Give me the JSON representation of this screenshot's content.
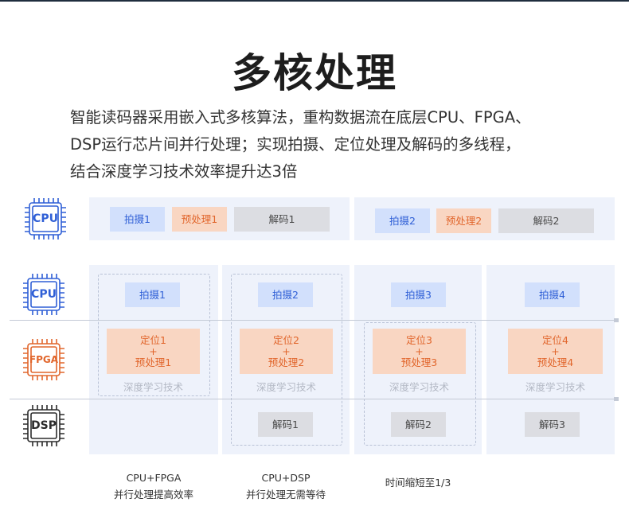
{
  "title": "多核处理",
  "description": {
    "line1": "智能读码器采用嵌入式多核算法，重构数据流在底层CPU、FPGA、",
    "line2": "DSP运行芯片间并行处理；实现拍摄、定位处理及解码的多线程，",
    "line3": "结合深度学习技术效率提升达3倍"
  },
  "colors": {
    "blue": "#2f5fd6",
    "orange": "#e1662c",
    "dark": "#2b2b2b",
    "panel": "#eef2fb"
  },
  "icons": {
    "cpu_top": {
      "label": "CPU",
      "icon": "processor-chip-icon"
    },
    "cpu": {
      "label": "CPU",
      "icon": "processor-chip-icon"
    },
    "fpga": {
      "label": "FPGA",
      "icon": "processor-chip-icon"
    },
    "dsp": {
      "label": "DSP",
      "icon": "processor-chip-icon"
    }
  },
  "sequential": {
    "group1": {
      "capture": "拍摄1",
      "pre": "预处理1",
      "decode": "解码1"
    },
    "group2": {
      "capture": "拍摄2",
      "pre": "预处理2",
      "decode": "解码2"
    }
  },
  "parallel": {
    "columns": [
      {
        "capture": "拍摄1",
        "loc_a": "定位1",
        "plus": "+",
        "loc_b": "预处理1",
        "deep": "深度学习技术",
        "decode": ""
      },
      {
        "capture": "拍摄2",
        "loc_a": "定位2",
        "plus": "+",
        "loc_b": "预处理2",
        "deep": "深度学习技术",
        "decode": "解码1"
      },
      {
        "capture": "拍摄3",
        "loc_a": "定位3",
        "plus": "+",
        "loc_b": "预处理3",
        "deep": "深度学习技术",
        "decode": "解码2"
      },
      {
        "capture": "拍摄4",
        "loc_a": "定位4",
        "plus": "+",
        "loc_b": "预处理4",
        "deep": "深度学习技术",
        "decode": "解码3"
      }
    ]
  },
  "captions": {
    "c1_line1": "CPU+FPGA",
    "c1_line2": "并行处理提高效率",
    "c2_line1": "CPU+DSP",
    "c2_line2": "并行处理无需等待",
    "c3_line1": "时间缩短至1/3"
  }
}
